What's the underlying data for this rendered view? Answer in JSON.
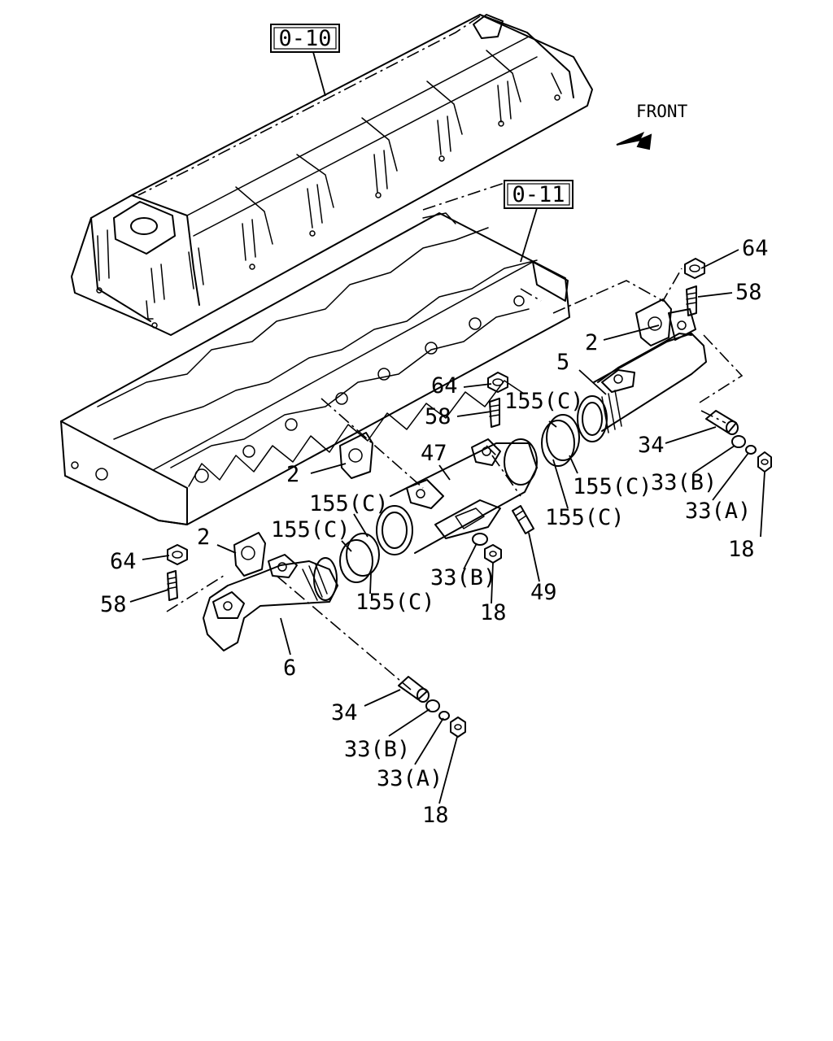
{
  "direction": {
    "label": "FRONT"
  },
  "references": {
    "cover": "0-10",
    "head": "0-11"
  },
  "labels": {
    "p64_top": "64",
    "p58_top": "58",
    "p2_top": "2",
    "p5": "5",
    "p64_mid": "64",
    "p58_mid": "58",
    "p155c_1": "155(C)",
    "p34_right": "34",
    "p47": "47",
    "p2_mid": "2",
    "p155c_2": "155(C)",
    "p33b_right": "33(B)",
    "p155c_3": "155(C)",
    "p155c_4": "155(C)",
    "p33a_right": "33(A)",
    "p155c_5": "155(C)",
    "p2_left": "2",
    "p64_left": "64",
    "p18_right": "18",
    "p33b_mid": "33(B)",
    "p155c_6": "155(C)",
    "p58_left": "58",
    "p49": "49",
    "p18_mid": "18",
    "p6": "6",
    "p34_bottom": "34",
    "p33b_bottom": "33(B)",
    "p33a_bottom": "33(A)",
    "p18_bottom": "18"
  }
}
